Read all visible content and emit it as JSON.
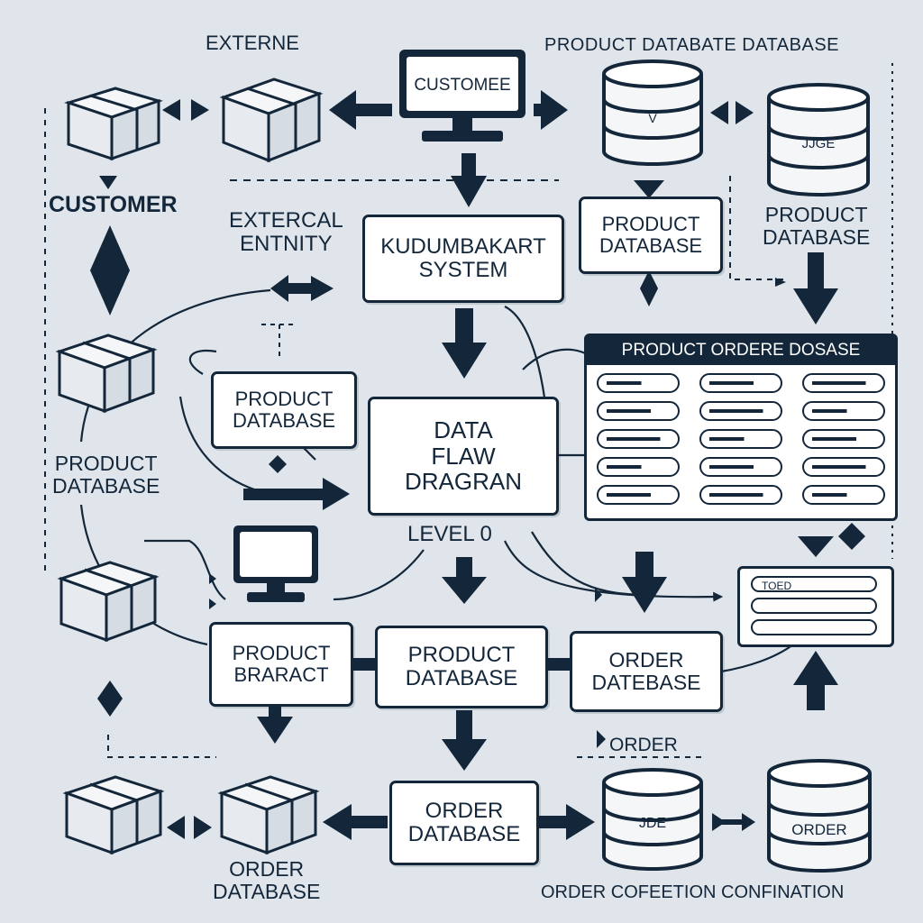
{
  "colors": {
    "background": "#dfe5ea",
    "ink": "#13263a",
    "box_fill": "#ffffff"
  },
  "labels": {
    "external_top": "EXTERNE",
    "product_db_top": "PRODUCT DATABATE DATABASE",
    "customer_left": "CUSTOMER",
    "external_entity": [
      "EXTERCAL",
      "ENTNITY"
    ],
    "product_db_right": [
      "PRODUCT",
      "DATABASE"
    ],
    "product_db_left": [
      "PRODUCT",
      "DATABASE"
    ],
    "level": "LEVEL 0",
    "order_small": "ORDER",
    "order_database_bottom": [
      "ORDER",
      "DATABASE"
    ],
    "order_confirmation": "ORDER COFEETION CONFINATION"
  },
  "boxes": {
    "kudumbakart": [
      "KUDUMBAKART",
      "SYSTEM"
    ],
    "product_db_upper": [
      "PRODUCT",
      "DATABASE"
    ],
    "product_db_mid_left": [
      "PRODUCT",
      "DATABASE"
    ],
    "dfd_center": [
      "DATA",
      "FLAW",
      "DRAGRAN"
    ],
    "product_bracket": [
      "PRODUCT",
      "BRARACT"
    ],
    "product_db_center": [
      "PRODUCT",
      "DATABASE"
    ],
    "order_db_right": [
      "ORDER",
      "DATEBASE"
    ],
    "order_db_bottom": [
      "ORDER",
      "DATABASE"
    ]
  },
  "monitor_top": {
    "screen_text": "CUSTOMEE"
  },
  "orders_panel": {
    "title": "PRODUCT ORDERE DOSASE",
    "columns": 3,
    "rows": 5
  },
  "cylinders": {
    "top_left_label": "V",
    "top_right_label": "JJGE",
    "bottom_left_label": "JDE",
    "bottom_right_label": "ORDER"
  },
  "mini_panel": {
    "rows": [
      "TOED",
      ""
    ]
  }
}
